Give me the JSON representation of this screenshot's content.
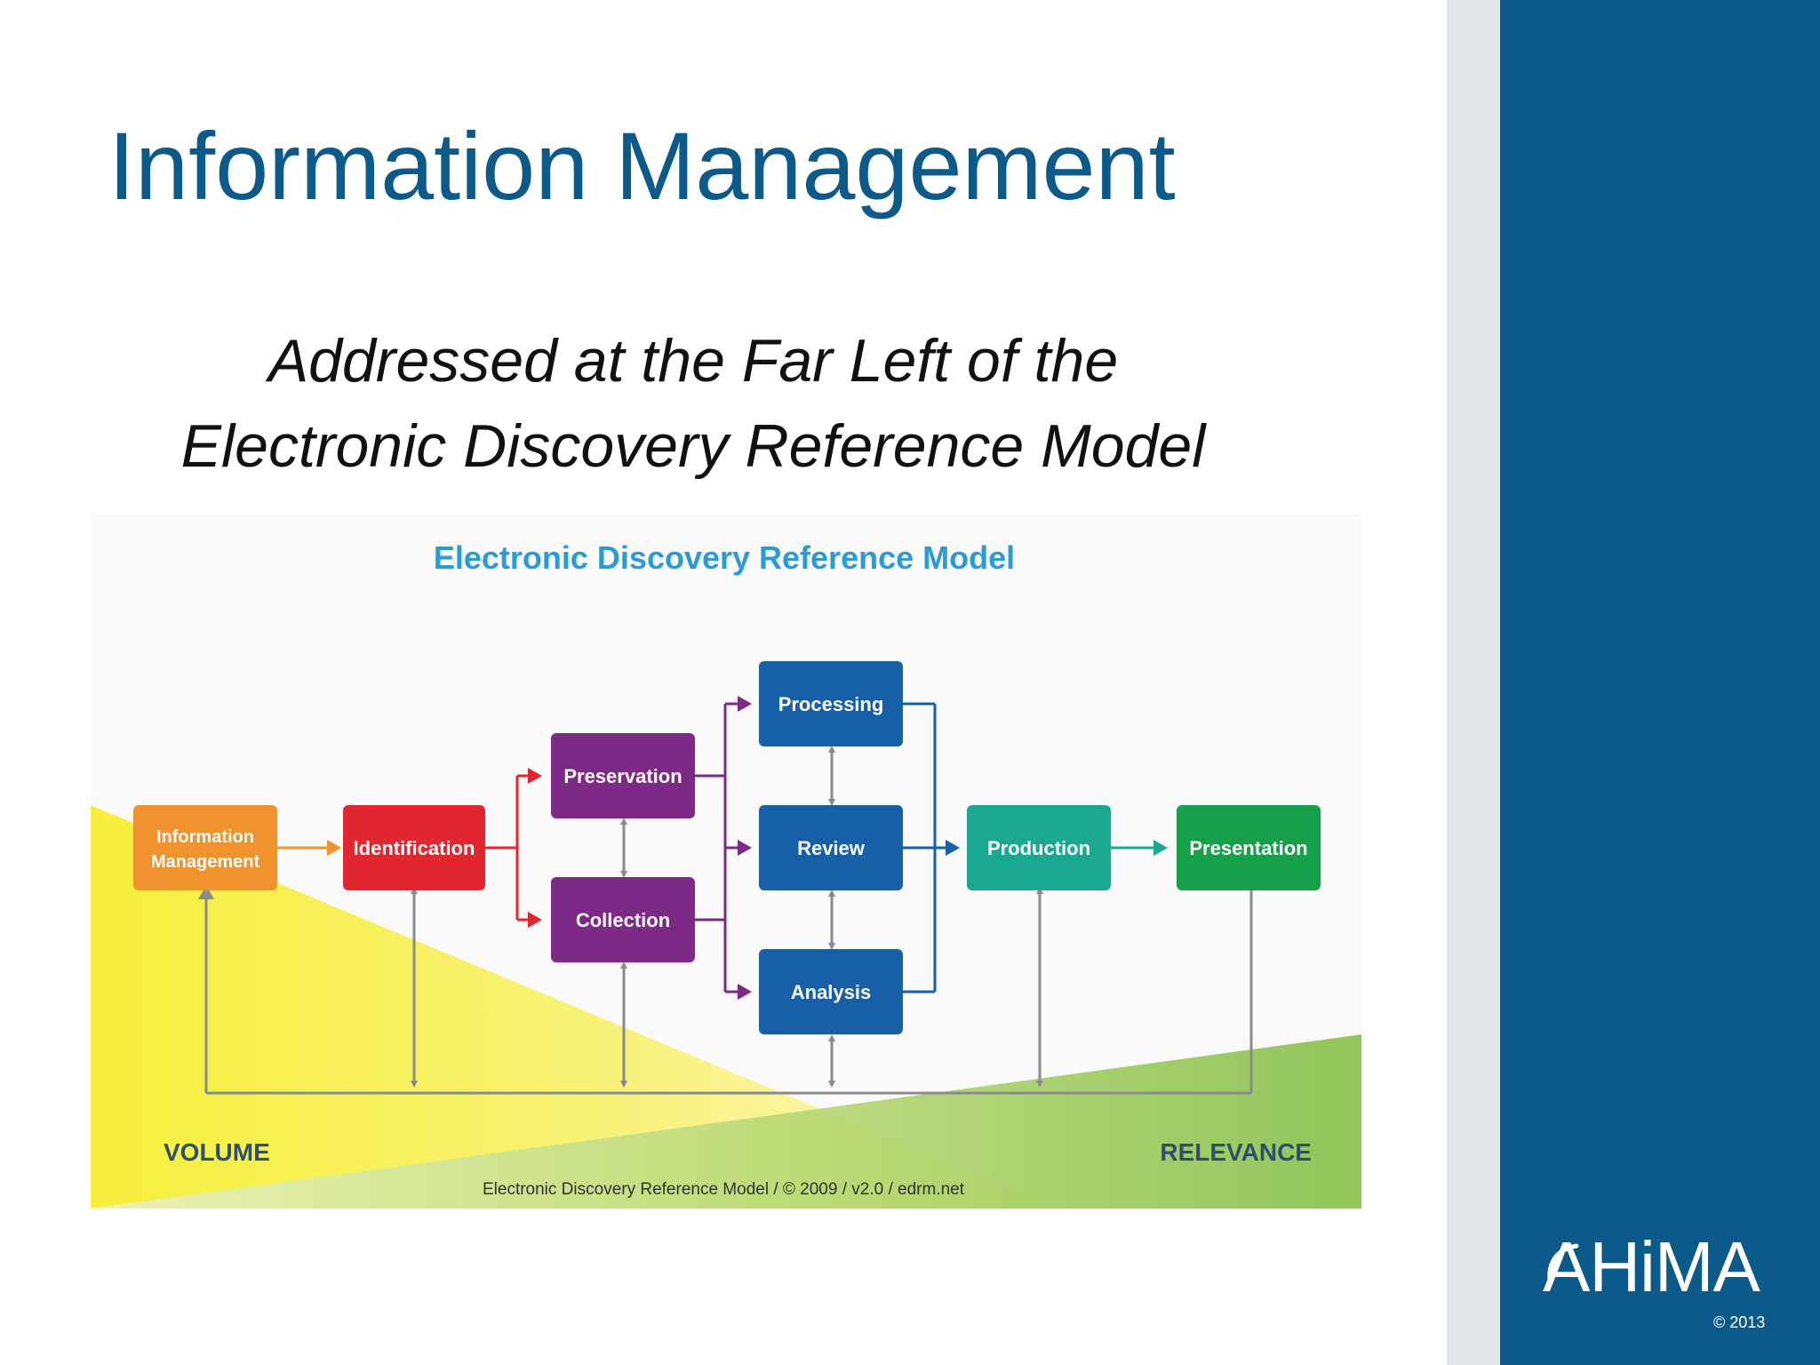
{
  "slide": {
    "title": "Information Management",
    "subtitle_line1": "Addressed at the Far Left of the",
    "subtitle_line2": "Electronic Discovery Reference Model"
  },
  "diagram": {
    "heading": "Electronic Discovery Reference Model",
    "stages": {
      "information_management": [
        "Information",
        "Management"
      ],
      "identification": "Identification",
      "preservation": "Preservation",
      "collection": "Collection",
      "processing": "Processing",
      "review": "Review",
      "analysis": "Analysis",
      "production": "Production",
      "presentation": "Presentation"
    },
    "volume_label": "VOLUME",
    "relevance_label": "RELEVANCE",
    "footer": "Electronic Discovery Reference Model / © 2009 / v2.0 / edrm.net",
    "colors": {
      "information_management": "#f0922e",
      "identification": "#e2262f",
      "preservation_collection": "#7d2a86",
      "processing_review_analysis": "#1760a8",
      "production": "#1aa893",
      "presentation": "#17a04a",
      "heading": "#2a9bd3",
      "volume_wedge": "#f6f04a",
      "relevance_wedge": "#8cc24a"
    }
  },
  "branding": {
    "logo_text": "AHiMA",
    "copyright": "© 2013",
    "accent": "#0b5a8a"
  }
}
